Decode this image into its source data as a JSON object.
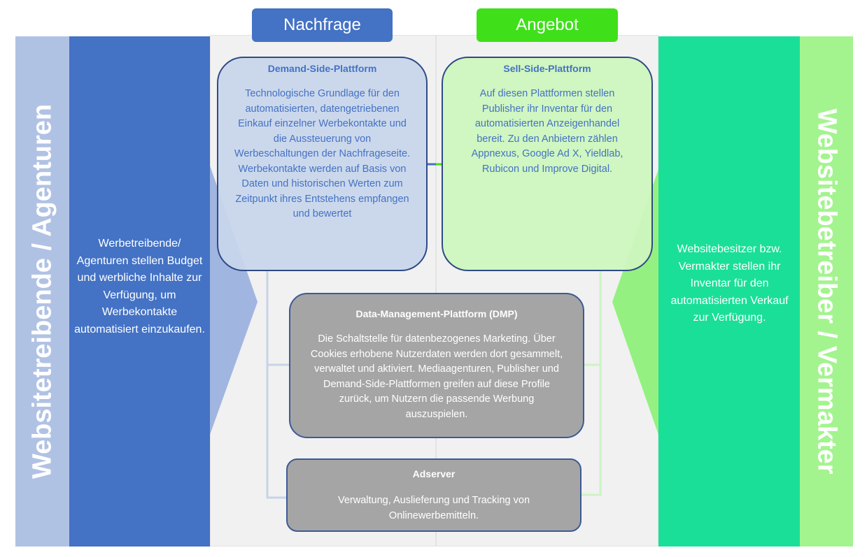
{
  "headers": {
    "demand": "Nachfrage",
    "supply": "Angebot"
  },
  "left_band": {
    "vertical_label": "Websitetreibende / Agenturen",
    "description": "Werbetreibende/ Agenturen stellen Budget und werbliche Inhalte zur Verfügung, um Werbekontakte automatisiert einzukaufen."
  },
  "right_band": {
    "vertical_label": "Websitebetreiber / Vermakter",
    "description": "Websitebesitzer bzw. Vermakter stellen ihr Inventar für den automatisierten Verkauf zur Verfügung."
  },
  "dsp": {
    "title": "Demand-Side-Plattform",
    "body": "Technologische Grundlage für den automatisierten, datengetriebenen Einkauf einzelner Werbekontakte und die Aussteuerung von Werbeschaltungen der Nachfrageseite. Werbekontakte werden auf Basis von Daten und historischen Werten zum Zeitpunkt ihres Entstehens empfangen und bewertet"
  },
  "ssp": {
    "title": "Sell-Side-Plattform",
    "body": "Auf diesen Plattformen stellen Publisher ihr Inventar für den automatisierten Anzeigenhandel bereit. Zu den Anbietern zählen Appnexus, Google Ad X, Yieldlab, Rubicon und Improve Digital."
  },
  "dmp": {
    "title": "Data-Management-Plattform (DMP)",
    "body": "Die Schaltstelle für datenbezogenes Marketing. Über Cookies erhobene Nutzerdaten werden dort gesammelt, verwaltet und aktiviert. Mediaagenturen, Publisher und Demand-Side-Plattformen greifen auf diese Profile zurück, um Nutzern die passende Werbung auszuspielen."
  },
  "adserver": {
    "title": "Adserver",
    "body": "Verwaltung, Auslieferung und Tracking von Onlinewerbemitteln."
  },
  "colors": {
    "demand_dark": "#4472c4",
    "demand_light": "#b0c2e4",
    "supply_dark": "#1adf99",
    "supply_light": "#a3f48e",
    "supply_header": "#3fe01a",
    "box_gray": "#a5a5a5"
  }
}
